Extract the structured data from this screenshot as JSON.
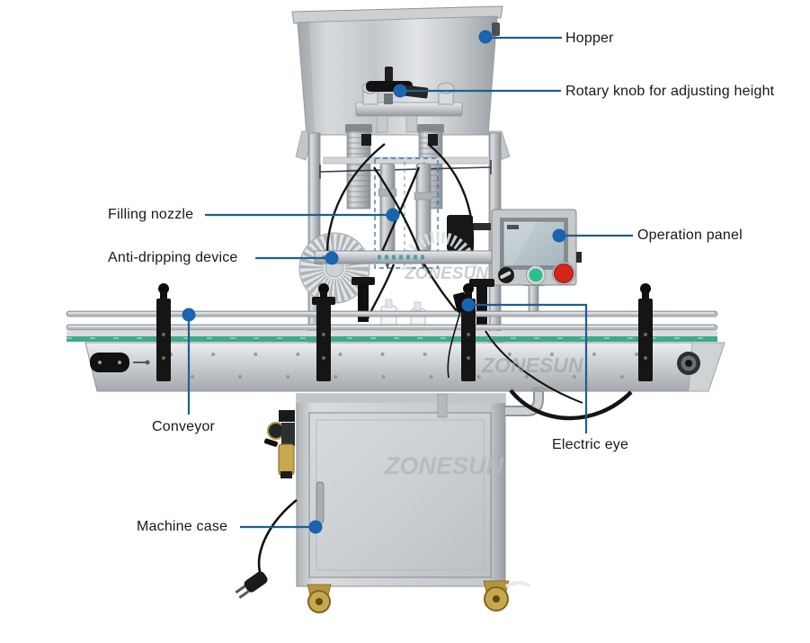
{
  "figure": {
    "kind": "annotated product diagram of an automatic bottle filling machine"
  },
  "callouts": [
    {
      "id": "hopper",
      "label": "Hopper"
    },
    {
      "id": "rotary-knob",
      "label": "Rotary knob for adjusting height"
    },
    {
      "id": "filling-nozzle",
      "label": "Filling nozzle"
    },
    {
      "id": "anti-dripping-device",
      "label": "Anti-dripping device"
    },
    {
      "id": "operation-panel",
      "label": "Operation panel"
    },
    {
      "id": "conveyor",
      "label": "Conveyor"
    },
    {
      "id": "electric-eye",
      "label": "Electric eye"
    },
    {
      "id": "machine-case",
      "label": "Machine case"
    }
  ],
  "watermark": {
    "text": "ZONESUN"
  },
  "colors": {
    "callout-line": "#1e5f8d",
    "callout-dot": "#1a63b0",
    "belt-green": "#3fa98e",
    "button-green": "#2fbf8f",
    "button-red": "#d2261b",
    "screen-blue": "#b9c8cd"
  }
}
